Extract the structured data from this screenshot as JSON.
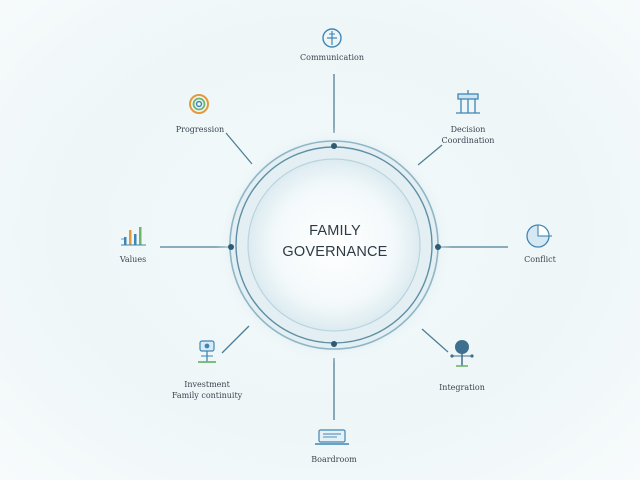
{
  "center": {
    "line1": "FAMILY",
    "line2": "GOVERNANCE"
  },
  "nodes": {
    "top": {
      "label": "Communication",
      "icon": "compass-icon"
    },
    "top_right": {
      "line1": "Decision",
      "line2": "Coordination",
      "icon": "building-columns-icon"
    },
    "right": {
      "label": "Conflict",
      "icon": "pie-chart-icon"
    },
    "bottom_right": {
      "label": "Integration",
      "icon": "tree-icon"
    },
    "bottom": {
      "label": "Boardroom",
      "icon": "laptop-icon"
    },
    "bottom_left": {
      "line1": "Investment",
      "line2": "Family continuity",
      "icon": "family-tree-icon"
    },
    "left": {
      "label": "Values",
      "icon": "bar-chart-icon"
    },
    "top_left": {
      "label": "Progression",
      "icon": "spiral-icon"
    }
  },
  "colors": {
    "ring": "#8fb6c6",
    "ring_inner": "#b9d4de",
    "line": "#4f7f96",
    "dot": "#2f5a73",
    "icon_blue": "#3f86b5",
    "icon_green": "#6fb56a",
    "icon_orange": "#e39a3b",
    "text": "#2e3a44"
  }
}
